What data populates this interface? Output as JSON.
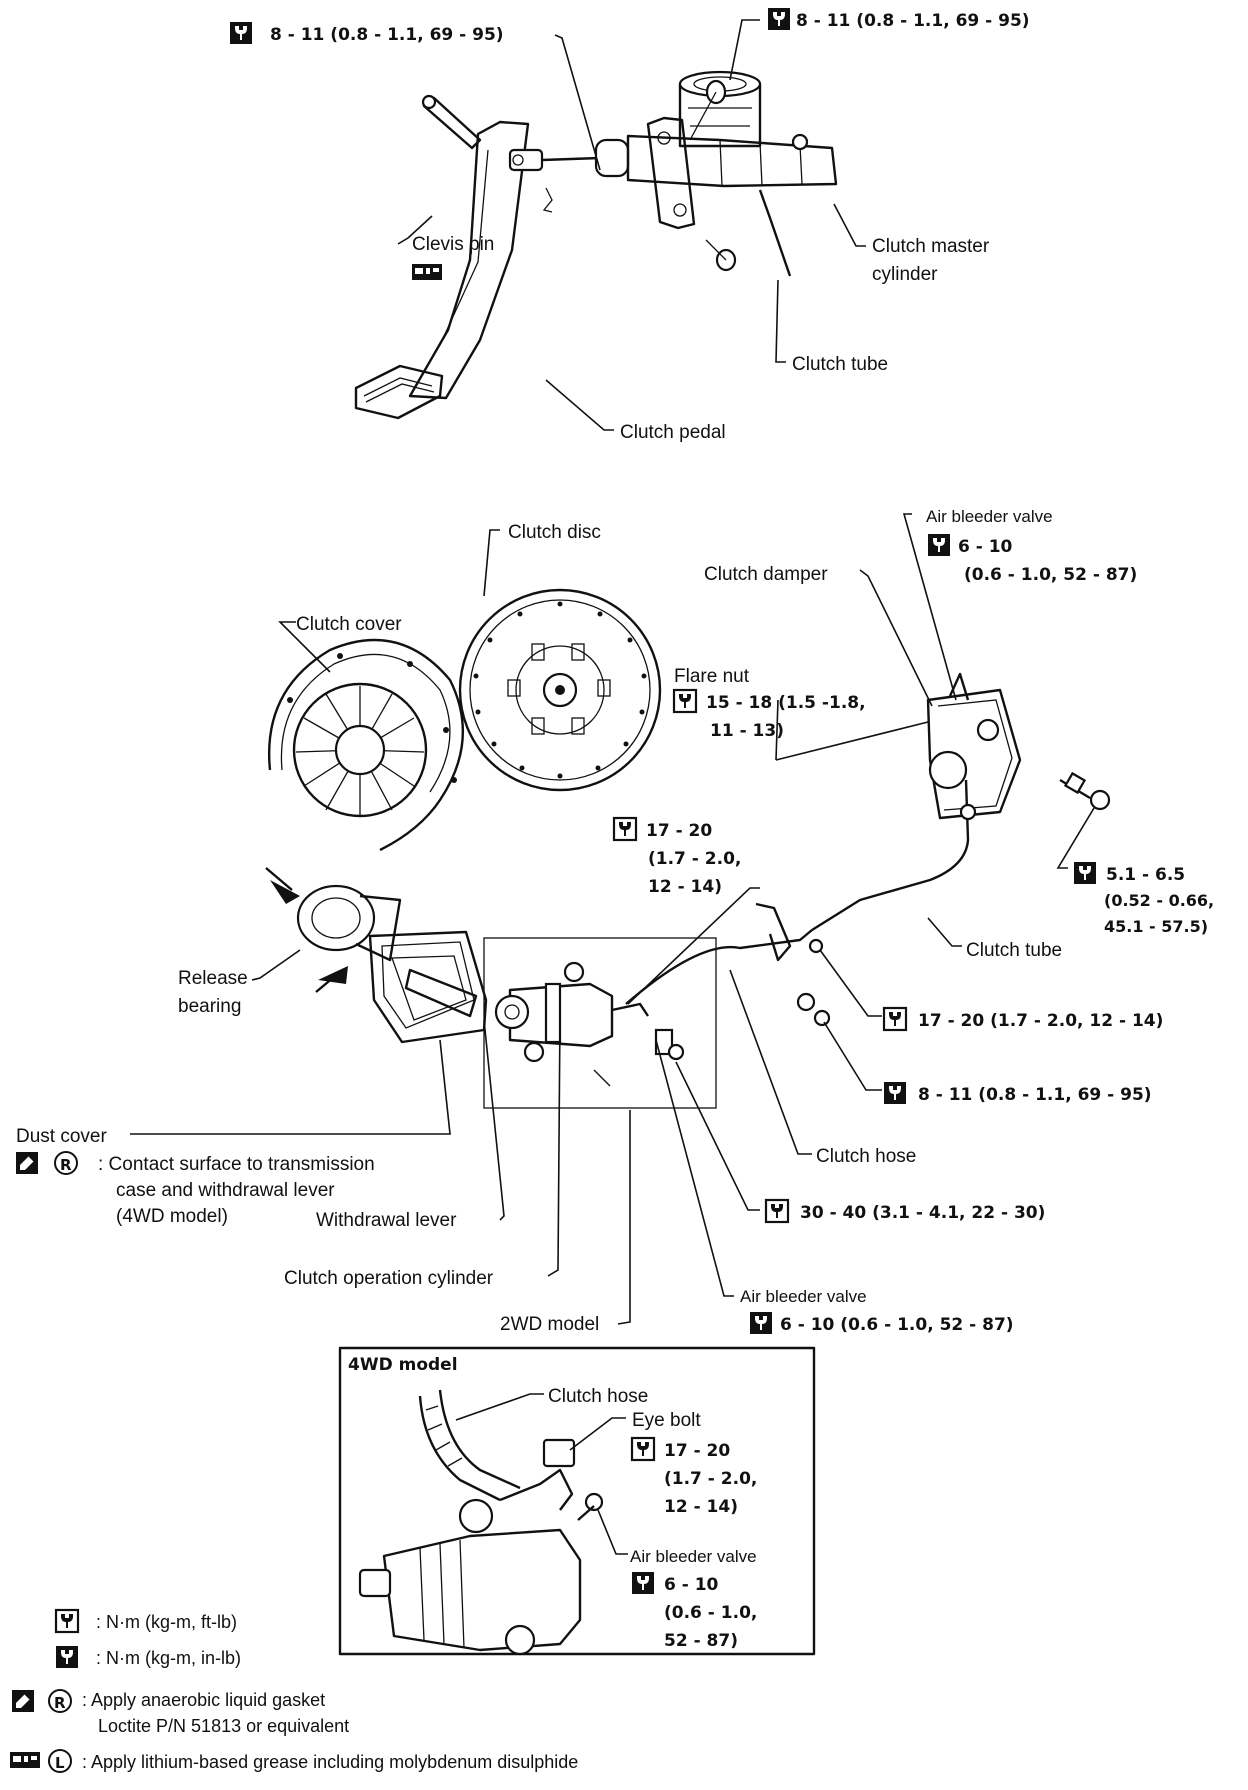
{
  "labels": {
    "clevis_pin": "Clevis pin",
    "clutch_master_cylinder_1": "Clutch master",
    "clutch_master_cylinder_2": "cylinder",
    "clutch_tube_upper": "Clutch tube",
    "clutch_pedal": "Clutch pedal",
    "clutch_disc": "Clutch disc",
    "clutch_cover": "Clutch cover",
    "clutch_damper": "Clutch damper",
    "air_bleeder_valve_damper": "Air bleeder valve",
    "flare_nut": "Flare nut",
    "release_bearing_1": "Release",
    "release_bearing_2": "bearing",
    "clutch_tube_lower": "Clutch tube",
    "dust_cover": "Dust cover",
    "contact_surface_1": ": Contact surface to transmission",
    "contact_surface_2": "case and withdrawal lever",
    "contact_surface_3": "(4WD model)",
    "withdrawal_lever": "Withdrawal lever",
    "clutch_hose": "Clutch hose",
    "clutch_operation_cylinder": "Clutch operation cylinder",
    "air_bleeder_valve_cyl": "Air bleeder valve",
    "model_2wd": "2WD model",
    "model_4wd_title": "4WD model",
    "inset_clutch_hose": "Clutch hose",
    "inset_eye_bolt": "Eye bolt",
    "inset_air_bleeder_valve": "Air bleeder valve"
  },
  "specs": {
    "pedal_clevis": "8 - 11 (0.8 - 1.1, 69 - 95)",
    "master_cyl_nut": "8 - 11 (0.8 - 1.1, 69 - 95)",
    "damper_bleeder_1": "6 - 10",
    "damper_bleeder_2": "(0.6 - 1.0, 52 - 87)",
    "flare_nut_1": "15 - 18 (1.5 -1.8,",
    "flare_nut_2": "11 - 13)",
    "hose_cyl_1": "17 - 20",
    "hose_cyl_2": "(1.7 - 2.0,",
    "hose_cyl_3": "12 - 14)",
    "damper_bolt_1": "5.1 - 6.5",
    "damper_bolt_2": "(0.52 - 0.66,",
    "damper_bolt_3": "45.1 - 57.5)",
    "bracket_nut": "17 - 20 (1.7 - 2.0, 12 - 14)",
    "bracket_bolt": "8 - 11 (0.8 - 1.1, 69 - 95)",
    "cyl_bolt": "30 - 40 (3.1 - 4.1, 22 - 30)",
    "cyl_bleeder": "6 - 10 (0.6 - 1.0, 52 - 87)",
    "inset_eye_1": "17 - 20",
    "inset_eye_2": "(1.7 - 2.0,",
    "inset_eye_3": "12 - 14)",
    "inset_bleeder_1": "6 - 10",
    "inset_bleeder_2": "(0.6 - 1.0,",
    "inset_bleeder_3": "52 - 87)"
  },
  "legend": {
    "torque_ftlb": ": N·m (kg-m, ft-lb)",
    "torque_inlb": ": N·m (kg-m, in-lb)",
    "gasket_1": ": Apply anaerobic liquid gasket",
    "gasket_2": "Loctite P/N 51813 or equivalent",
    "grease": ": Apply lithium-based grease including molybdenum disulphide"
  },
  "icons": {
    "torque_ftlb": "torque-wrench-open-icon",
    "torque_inlb": "torque-wrench-filled-icon",
    "gasket": "liquid-gasket-icon",
    "registered_r": "circled-r-icon",
    "grease": "grease-icon",
    "circled_l": "circled-l-icon"
  }
}
